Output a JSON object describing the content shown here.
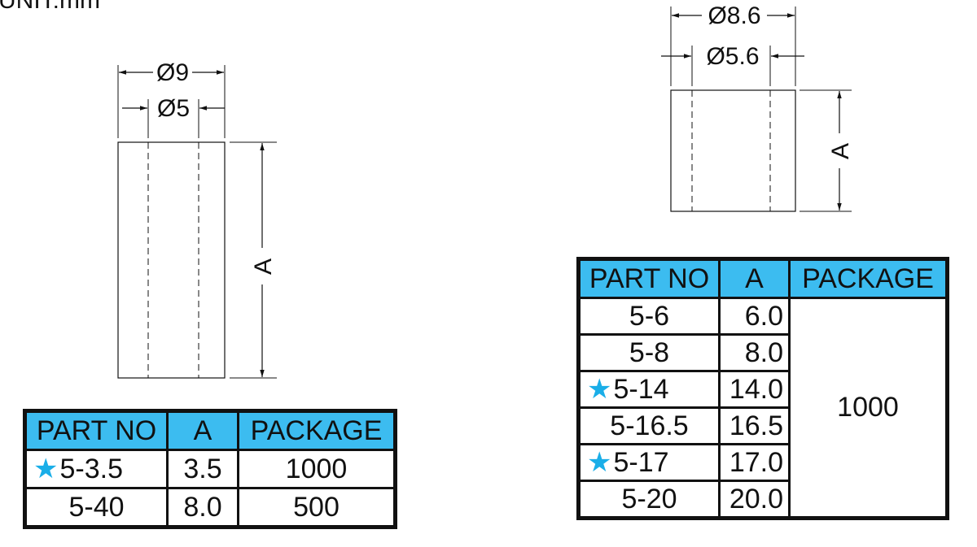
{
  "unit_label": "UNIT:mm",
  "left_drawing": {
    "outer_diameter": "Ø9",
    "inner_diameter": "Ø5",
    "length_label": "A"
  },
  "right_drawing": {
    "outer_diameter": "Ø8.6",
    "inner_diameter": "Ø5.6",
    "length_label": "A"
  },
  "left_table": {
    "headers": [
      "PART NO",
      "A",
      "PACKAGE"
    ],
    "rows": [
      {
        "starred": true,
        "part_no": "5-3.5",
        "a": "3.5",
        "package": "1000"
      },
      {
        "starred": false,
        "part_no": "5-40",
        "a": "8.0",
        "package": "500"
      }
    ]
  },
  "right_table": {
    "headers": [
      "PART NO",
      "A",
      "PACKAGE"
    ],
    "package_all": "1000",
    "rows": [
      {
        "starred": false,
        "part_no": "5-6",
        "a": "6.0"
      },
      {
        "starred": false,
        "part_no": "5-8",
        "a": "8.0"
      },
      {
        "starred": true,
        "part_no": "5-14",
        "a": "14.0"
      },
      {
        "starred": false,
        "part_no": "5-16.5",
        "a": "16.5"
      },
      {
        "starred": true,
        "part_no": "5-17",
        "a": "17.0"
      },
      {
        "starred": false,
        "part_no": "5-20",
        "a": "20.0"
      }
    ]
  },
  "colors": {
    "header_fill": "#3cbcf0",
    "star": "#1aaee8",
    "line": "#111111"
  },
  "icons": {
    "star": "star-icon"
  }
}
